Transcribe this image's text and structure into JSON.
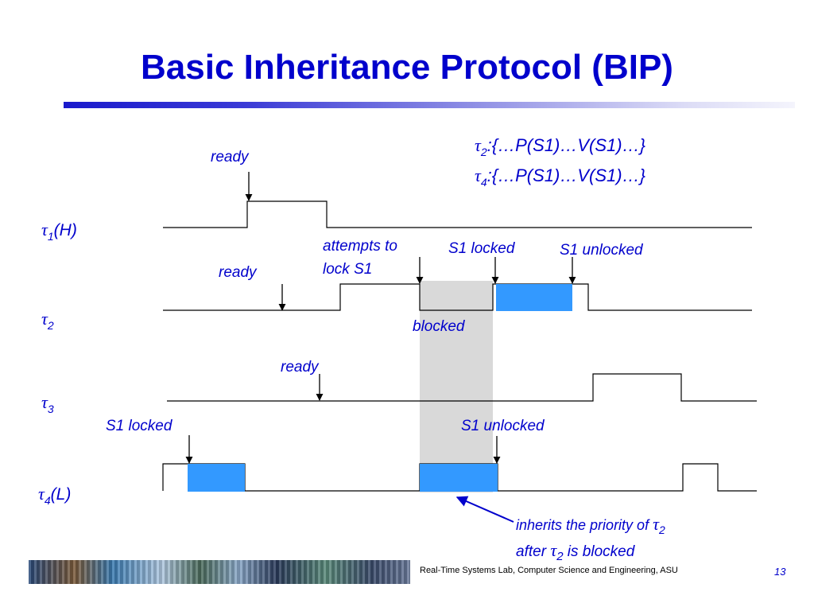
{
  "title": "Basic Inheritance Protocol (BIP)",
  "code": {
    "line1": {
      "tau": "τ",
      "sub": "2",
      "text": ":{…P(S1)…V(S1)…}"
    },
    "line2": {
      "tau": "τ",
      "sub": "4",
      "text": ":{…P(S1)…V(S1)…}"
    }
  },
  "tasks": {
    "t1": {
      "tau": "τ",
      "sub": "1",
      "suffix": "(H)"
    },
    "t2": {
      "tau": "τ",
      "sub": "2",
      "suffix": ""
    },
    "t3": {
      "tau": "τ",
      "sub": "3",
      "suffix": ""
    },
    "t4": {
      "tau": "τ",
      "sub": "4",
      "suffix": "(L)"
    }
  },
  "labels": {
    "ready1": "ready",
    "ready2": "ready",
    "ready3": "ready",
    "attempts_line1": "attempts to",
    "attempts_line2": "lock S1",
    "s1_locked_t2": "S1 locked",
    "s1_unlocked_t2": "S1 unlocked",
    "blocked": "blocked",
    "s1_locked_t4": "S1 locked",
    "s1_unlocked_t4": "S1 unlocked",
    "inherits_line1": "inherits the priority of ",
    "inherits_tau": "τ",
    "inherits_sub": "2",
    "after_prefix": "after ",
    "after_tau": "τ",
    "after_sub": "2",
    "after_suffix": " is blocked"
  },
  "colors": {
    "accent": "#0000cc",
    "locked": "#3399ff",
    "blocked_region": "#d9d9d9",
    "timeline": "#000000"
  },
  "footer": "Real-Time Systems Lab, Computer Science and Engineering, ASU",
  "page_number": "13"
}
